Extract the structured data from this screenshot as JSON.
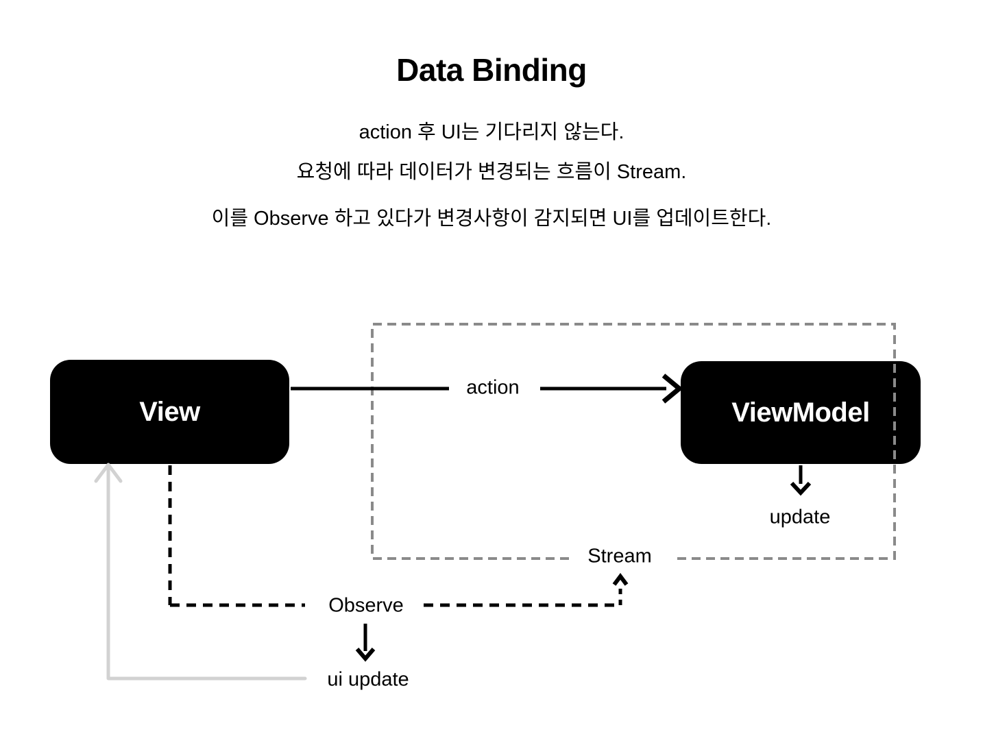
{
  "title": "Data Binding",
  "description_lines": [
    "action 후 UI는 기다리지 않는다.",
    "요청에 따라 데이터가 변경되는 흐름이 Stream.",
    "이를 Observe 하고 있다가 변경사항이 감지되면 UI를 업데이트한다."
  ],
  "diagram": {
    "nodes": [
      {
        "id": "view",
        "label": "View"
      },
      {
        "id": "viewmodel",
        "label": "ViewModel"
      }
    ],
    "labels": {
      "action": "action",
      "update": "update",
      "stream": "Stream",
      "observe": "Observe",
      "ui_update": "ui update"
    },
    "edges": [
      {
        "from": "View",
        "to": "ViewModel",
        "label": "action",
        "style": "solid black arrow"
      },
      {
        "from": "ViewModel",
        "to": "update",
        "label": "update",
        "style": "solid black arrow down"
      },
      {
        "from": "View",
        "to": "Stream",
        "label": "Observe",
        "style": "dashed black arrow"
      },
      {
        "from": "Observe",
        "to": "ui update",
        "label": "",
        "style": "solid black arrow down"
      },
      {
        "from": "ui update",
        "to": "View",
        "label": "ui update",
        "style": "solid light-gray arrow up"
      }
    ],
    "boundary": {
      "label": "Stream",
      "style": "gray dashed rectangle"
    }
  },
  "colors": {
    "node_fill": "#000000",
    "node_text": "#ffffff",
    "text": "#000000",
    "stream_box_border": "#8a8a8a",
    "ui_update_arrow": "#d2d2d2"
  }
}
